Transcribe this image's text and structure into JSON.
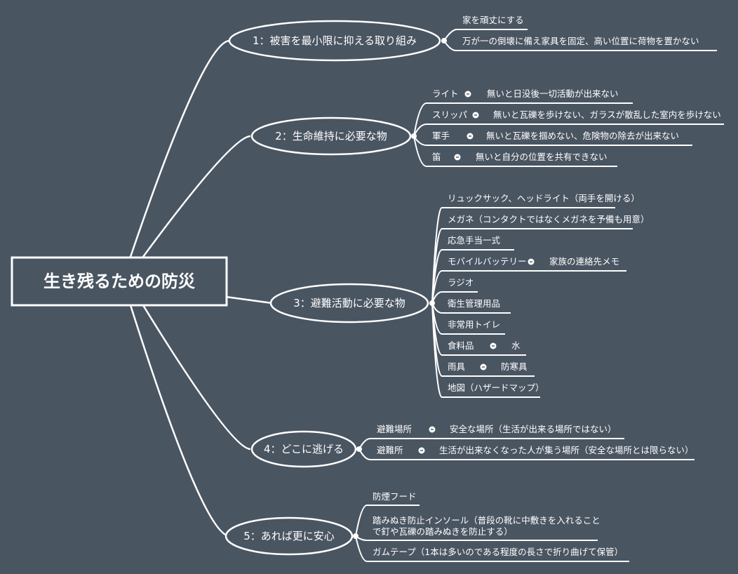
{
  "root": {
    "label": "生き残るための防災"
  },
  "branches": [
    {
      "label": "1：被害を最小限に抑える取り組み",
      "items": [
        {
          "text": "家を頑丈にする"
        },
        {
          "text": "万が一の倒壊に備え家具を固定、高い位置に荷物を置かない"
        }
      ]
    },
    {
      "label": "2：生命維持に必要な物",
      "items": [
        {
          "text": "ライト",
          "sub": "無いと日没後一切活動が出来ない"
        },
        {
          "text": "スリッパ",
          "sub": "無いと瓦礫を歩けない、ガラスが散乱した室内を歩けない"
        },
        {
          "text": "軍手",
          "sub": "無いと瓦礫を掴めない、危険物の除去が出来ない"
        },
        {
          "text": "笛",
          "sub": "無いと自分の位置を共有できない"
        }
      ]
    },
    {
      "label": "3：避難活動に必要な物",
      "items": [
        {
          "text": "リュックサック、ヘッドライト（両手を開ける）"
        },
        {
          "text": "メガネ（コンタクトではなくメガネを予備も用意）"
        },
        {
          "text": "応急手当一式"
        },
        {
          "text": "モバイルバッテリー",
          "sub": "家族の連絡先メモ"
        },
        {
          "text": "ラジオ"
        },
        {
          "text": "衛生管理用品"
        },
        {
          "text": "非常用トイレ"
        },
        {
          "text": "食料品",
          "sub": "水"
        },
        {
          "text": "雨具",
          "sub": "防寒具"
        },
        {
          "text": "地図（ハザードマップ）"
        }
      ]
    },
    {
      "label": "4：どこに逃げる",
      "items": [
        {
          "text": "避難場所",
          "sub": "安全な場所（生活が出来る場所ではない）"
        },
        {
          "text": "避難所",
          "sub": "生活が出来なくなった人が集う場所（安全な場所とは限らない）"
        }
      ]
    },
    {
      "label": "5：あれば更に安心",
      "items": [
        {
          "text": "防煙フード"
        },
        {
          "text": "踏みぬき防止インソール（普段の靴に中敷きを入れること",
          "text2": "で釘や瓦礫の踏みぬきを防止する）"
        },
        {
          "text": "ガムテープ（1本は多いのである程度の長さで折り曲げて保管）"
        }
      ]
    }
  ]
}
